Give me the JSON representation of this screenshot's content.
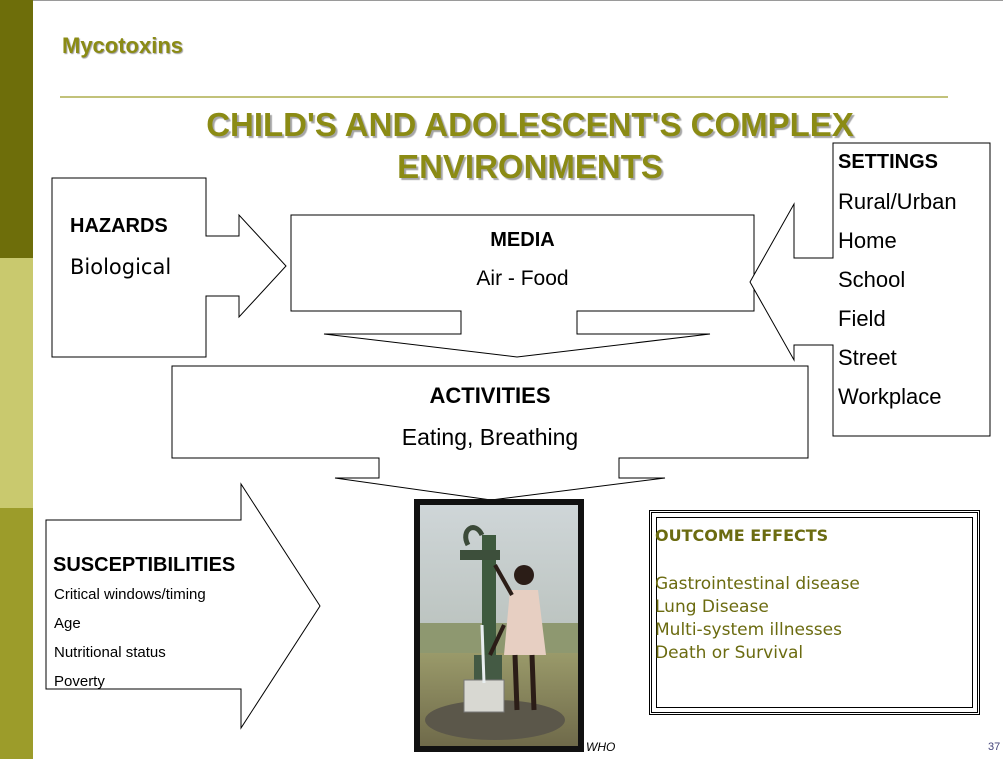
{
  "header": {
    "section_title": "Mycotoxins",
    "main_title_line1": "CHILD'S AND ADOLESCENT'S COMPLEX",
    "main_title_line2": "ENVIRONMENTS"
  },
  "hazards": {
    "heading": "HAZARDS",
    "value": "Biological"
  },
  "media": {
    "heading": "MEDIA",
    "value": "Air - Food"
  },
  "settings": {
    "heading": "SETTINGS",
    "items": [
      "Rural/Urban",
      "Home",
      "School",
      "Field",
      "Street",
      "Workplace"
    ]
  },
  "activities": {
    "heading": "ACTIVITIES",
    "value": "Eating, Breathing"
  },
  "susceptibilities": {
    "heading": "SUSCEPTIBILITIES",
    "items": [
      "Critical windows/timing",
      "Age",
      "Nutritional status",
      "Poverty"
    ]
  },
  "outcome": {
    "heading": "OUTCOME EFFECTS",
    "items": [
      "Gastrointestinal disease",
      "Lung Disease",
      "Multi-system illnesses",
      "Death or Survival"
    ]
  },
  "photo": {
    "credit": "WHO"
  },
  "footer": {
    "page_number": "37"
  }
}
